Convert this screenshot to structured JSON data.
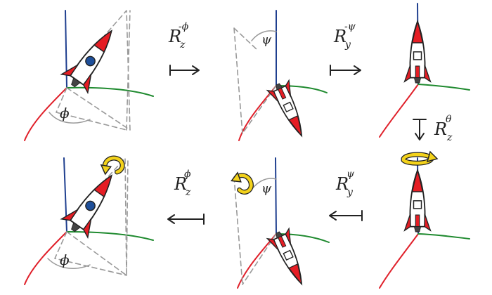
{
  "labels": {
    "step1": {
      "base": "R",
      "sub": "z",
      "sup": "-ϕ"
    },
    "step2": {
      "base": "R",
      "sub": "y",
      "sup": "-ψ"
    },
    "step3": {
      "base": "R",
      "sub": "z",
      "sup": "θ"
    },
    "step4": {
      "base": "R",
      "sub": "y",
      "sup": "ψ"
    },
    "step5": {
      "base": "R",
      "sub": "z",
      "sup": "ϕ"
    }
  },
  "angles": {
    "phi": "ϕ",
    "psi": "ψ"
  },
  "colors": {
    "z_axis": "#1f3f8f",
    "x_axis": "#e0202a",
    "y_axis": "#1f8a2f",
    "rocket_red": "#e51d24",
    "window_blue": "#1e4f9a",
    "guide_gray": "#9a9a9a",
    "spin_arrow": "#f3d21b"
  }
}
